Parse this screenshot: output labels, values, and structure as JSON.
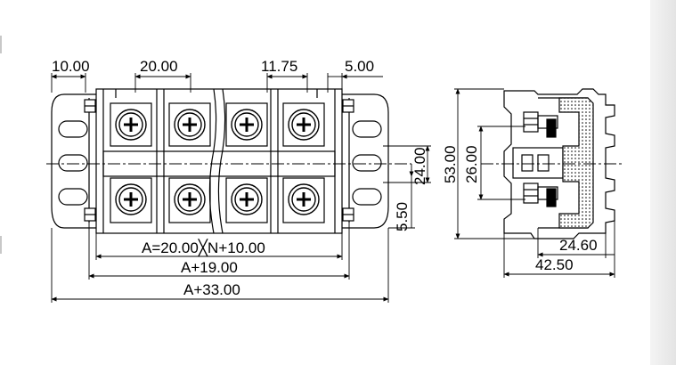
{
  "front_view": {
    "dim_top_left": "10.00",
    "dim_pitch": "20.00",
    "dim_top_right": "11.75",
    "dim_end": "5.00",
    "dim_total_formula": "A=20.00╳N+10.00",
    "dim_a_plus_19": "A+19.00",
    "dim_a_plus_33": "A+33.00",
    "dim_hole_spacing": "24.00",
    "dim_offset": "5.50"
  },
  "side_view": {
    "dim_height": "53.00",
    "dim_inner": "26.00",
    "dim_depth_inner": "24.60",
    "dim_depth_total": "42.50"
  },
  "colors": {
    "line": "#000000",
    "background": "#ffffff",
    "edge_strip": "#ececec"
  }
}
